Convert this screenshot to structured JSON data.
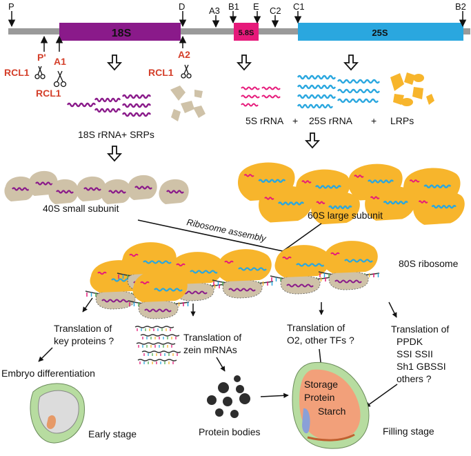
{
  "site_labels": {
    "P": "P",
    "A3": "A3",
    "B1": "B1",
    "E": "E",
    "C2": "C2",
    "C1": "C1",
    "B2": "B2",
    "D": "D",
    "P_prime": "P'",
    "A1": "A1",
    "A2": "A2"
  },
  "rrna_blocks": {
    "s18": "18S",
    "s58": "5.8S",
    "s25": "25S"
  },
  "enzyme": {
    "rcl1_a": "RCL1",
    "rcl1_b": "RCL1",
    "rcl1_c": "RCL1"
  },
  "products": {
    "small": "18S rRNA+ SRPs",
    "r5s": "5S rRNA",
    "plus1": "+",
    "r25s": "25S rRNA",
    "plus2": "+",
    "lrps": "LRPs"
  },
  "subunits": {
    "small": "40S small subunit",
    "large": "60S large subunit",
    "assembly": "Ribosome assembly",
    "ribosome": "80S ribosome"
  },
  "outcomes": {
    "key_proteins": [
      "Translation of",
      "key proteins ?"
    ],
    "embryo": "Embryo differentiation",
    "early": "Early stage",
    "zein": [
      "Translation of",
      "zein mRNAs"
    ],
    "bodies": "Protein bodies",
    "o2": [
      "Translation of",
      "O2, other TFs ?"
    ],
    "ppdk": [
      "Translation of",
      "PPDK",
      "SSI SSII",
      "Sh1 GBSSI",
      "others ?"
    ],
    "storage": [
      "Storage",
      "Protein",
      "Starch"
    ],
    "filling": "Filling stage"
  },
  "colors": {
    "s18": "#8a1a8a",
    "s58": "#e6197a",
    "s25": "#2aa7df",
    "ribosome_orange": "#f7b52c",
    "protein_tan": "#cfc2a8",
    "seed_green": "#b7dca0",
    "enzyme_red": "#d43f2a"
  }
}
